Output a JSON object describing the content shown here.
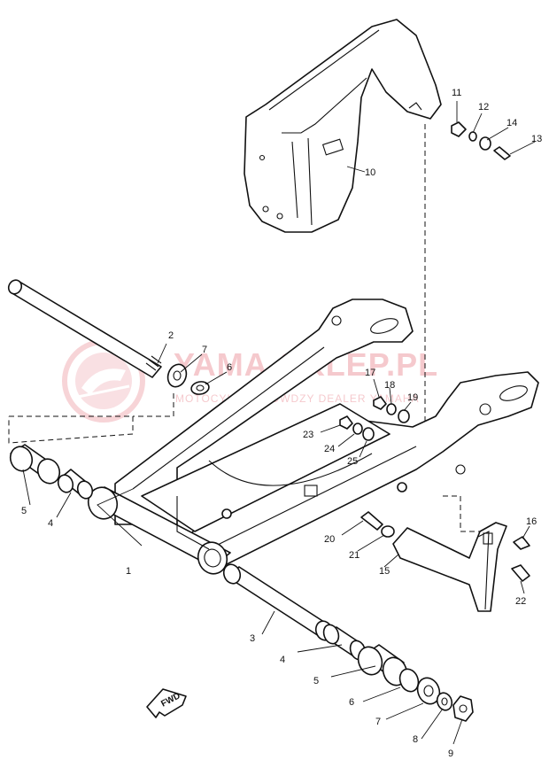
{
  "watermark": {
    "title": "YAMA-SKLEP.PL",
    "subtitle": "MOTOCYKLE CHOWDZY DEALER YAMAHA",
    "color": "#e8747c"
  },
  "direction_label": "FWD",
  "callouts": {
    "c1": "1",
    "c2": "2",
    "c3": "3",
    "c4a": "4",
    "c4b": "4",
    "c5a": "5",
    "c5b": "5",
    "c6a": "6",
    "c6b": "6",
    "c7a": "7",
    "c7b": "7",
    "c8": "8",
    "c9": "9",
    "c10": "10",
    "c11": "11",
    "c12": "12",
    "c13": "13",
    "c14": "14",
    "c15": "15",
    "c16": "16",
    "c17": "17",
    "c18": "18",
    "c19": "19",
    "c20": "20",
    "c21": "21",
    "c22": "22",
    "c23": "23",
    "c24": "24",
    "c25": "25"
  }
}
